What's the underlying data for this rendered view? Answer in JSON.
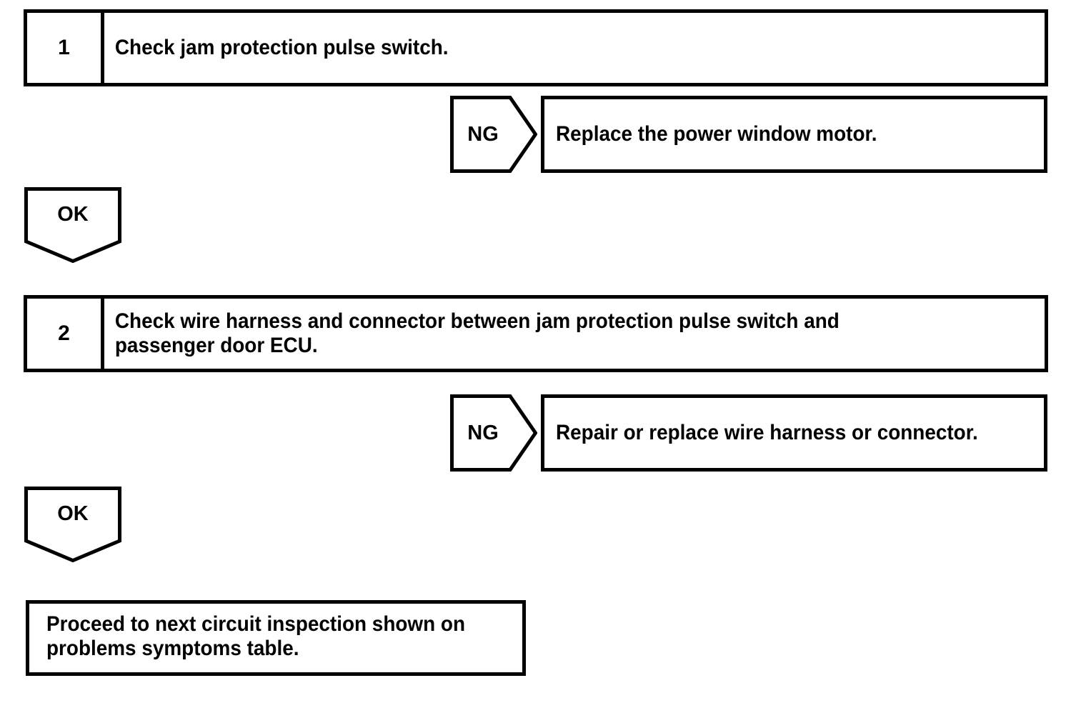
{
  "diagram": {
    "title": "Jam protection pulse switch circuit inspection flowchart",
    "line_color": "#000000",
    "background_color": "#ffffff",
    "steps": [
      {
        "number": "1",
        "text": "Check jam protection pulse switch.",
        "ng_label": "NG",
        "ng_result": "Replace the power window motor.",
        "ok_label": "OK"
      },
      {
        "number": "2",
        "text": "Check wire harness and connector between jam protection pulse switch and\npassenger door ECU.",
        "ng_label": "NG",
        "ng_result": "Repair or replace wire harness or connector.",
        "ok_label": "OK"
      }
    ],
    "final": {
      "text": "Proceed to next circuit inspection shown on\nproblems symptoms table."
    }
  }
}
